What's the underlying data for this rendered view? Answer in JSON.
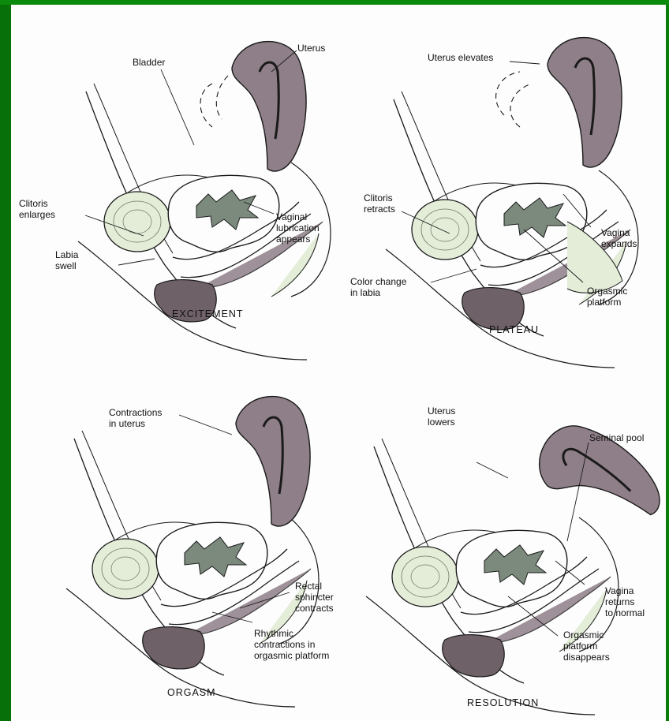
{
  "colors": {
    "frame": "#0a7d0a",
    "uterus": "#8f7f88",
    "labia": "#6f6168",
    "bladder_fill": "#dfead7",
    "platform": "#e3edd8",
    "outline": "#1a1a1a"
  },
  "panels": {
    "excitement": {
      "title": "EXCITEMENT",
      "uterus": "Uterus",
      "bladder": "Bladder",
      "clitoris": "Clitoris\nenlarges",
      "labia": "Labia\nswell",
      "lubrication": "Vaginal\nlubrication\nappears"
    },
    "plateau": {
      "title": "PLATEAU",
      "uterus": "Uterus elevates",
      "clitoris": "Clitoris\nretracts",
      "labia": "Color change\nin labia",
      "vagina": "Vagina\nexpands",
      "platform": "Orgasmic\nplatform"
    },
    "orgasm": {
      "title": "ORGASM",
      "uterus": "Contractions\nin uterus",
      "rectal": "Rectal\nsphincter\ncontracts",
      "rhythmic": "Rhythmic\ncontractions in\norgasmic platform"
    },
    "resolution": {
      "title": "RESOLUTION",
      "uterus": "Uterus\nlowers",
      "seminal": "Seminal pool",
      "vagina": "Vagina\nreturns\nto normal",
      "platform": "Orgasmic\nplatform\ndisappears"
    }
  }
}
